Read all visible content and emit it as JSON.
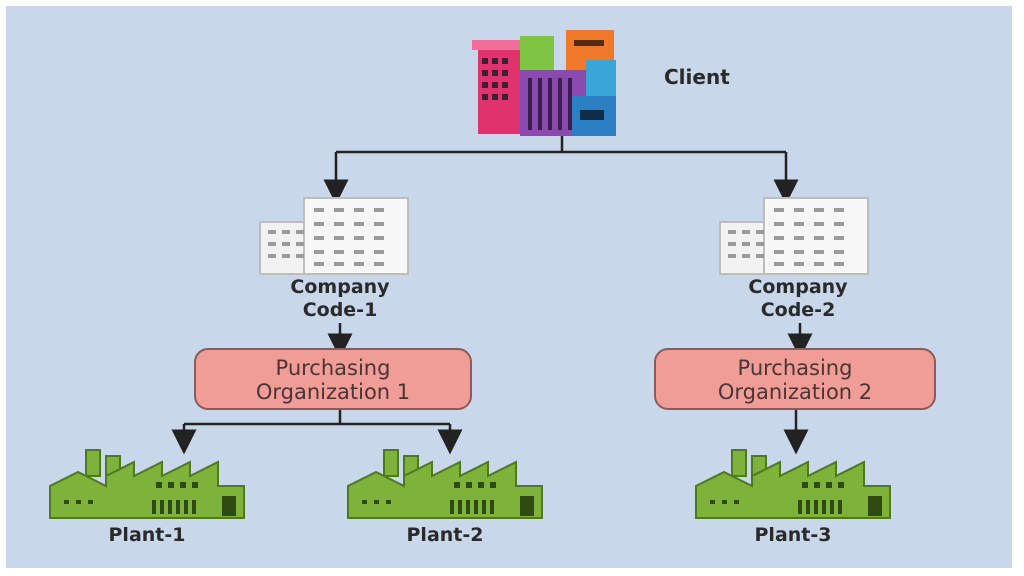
{
  "diagram": {
    "client": {
      "label": "Client",
      "icon": "client-buildings-icon"
    },
    "company_codes": [
      {
        "line1": "Company",
        "line2": "Code-1",
        "icon": "office-building-icon"
      },
      {
        "line1": "Company",
        "line2": "Code-2",
        "icon": "office-building-icon"
      }
    ],
    "purchasing_orgs": [
      {
        "line1": "Purchasing",
        "line2": "Organization 1"
      },
      {
        "line1": "Purchasing",
        "line2": "Organization 2"
      }
    ],
    "plants": [
      {
        "label": "Plant-1",
        "icon": "factory-icon"
      },
      {
        "label": "Plant-2",
        "icon": "factory-icon"
      },
      {
        "label": "Plant-3",
        "icon": "factory-icon"
      }
    ],
    "colors": {
      "background": "#c9d7ea",
      "org_box_fill": "#f19d97",
      "factory_green": "#7fb23a",
      "connector": "#222222"
    }
  }
}
